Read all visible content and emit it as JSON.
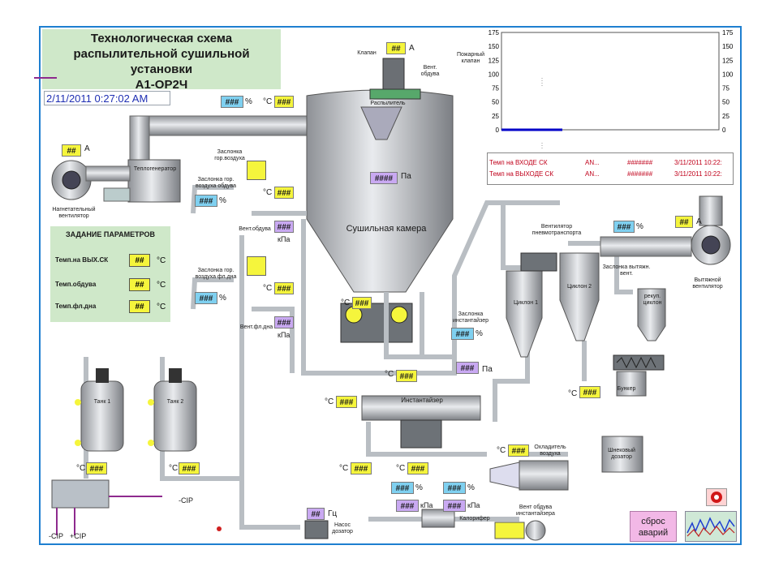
{
  "title": "Технологическая схема\nраспылительной сушильной установки\nА1-ОР2Ч",
  "datetime": "2/11/2011 0:27:02 AM",
  "placeholders": {
    "hash3": "###",
    "hash2": "##",
    "hash4": "####",
    "hashes": "#######"
  },
  "units": {
    "pct": "%",
    "degc": "°С",
    "pa": "Па",
    "kpa": "кПа",
    "a": "А",
    "gc": "Гц"
  },
  "equipment": {
    "fan_supply": "Нагнетательный\nвентилятор",
    "heat_generator": "Теплогенератор",
    "hot_air_damper": "Заслонка\nгор.воздуха",
    "damper_blow": "Заслонка гор.\nвоздуха обдува",
    "fan_blow": "Вент.обдува",
    "damper_fluidbed": "Заслонка гор.\nвоздуха фл.дна",
    "fan_fluidbed": "Вент.фл.дна",
    "valve": "Клапан",
    "atomizer": "Распылитель",
    "fan_blow_top": "Вент.\nобдува",
    "fire_valve": "Пожарный\nклапан",
    "drying_chamber": "Сушильная камера",
    "pneumo_fan": "Вентилятор\nпневмотранспорта",
    "exhaust_damper": "Заслонка\nвытяжн. вент.",
    "exhaust_fan": "Вытяжной\nвентилятор",
    "cyclone1": "Циклон 1",
    "cyclone2": "Циклон 2",
    "recycle_cyclone": "рекуп.\nциклон",
    "instantizer_damper": "Заслонка\nинстантайзер",
    "instantizer": "Инстантайзер",
    "bunker": "Бункер",
    "dosing_screw": "Шнековый\nдозатор",
    "air_cooler": "Охладитель\nвоздуха",
    "calorifer": "Калорифер",
    "instantizer_fan": "Вент обдува\nинстантайзера",
    "pump_dosing": "Насос\nдозатор",
    "tank1": "Танк 1",
    "tank2": "Танк 2",
    "cip_minus": "-CIP",
    "cip_plus": "+CIP",
    "cip_right": "-CIP"
  },
  "params_panel": {
    "title": "ЗАДАНИЕ ПАРАМЕТРОВ",
    "rows": [
      {
        "label": "Темп.на ВЫХ.СК",
        "value": "##",
        "unit": "°С"
      },
      {
        "label": "Темп.обдува",
        "value": "##",
        "unit": "°С"
      },
      {
        "label": "Темп.фл.дна",
        "value": "##",
        "unit": "°С"
      }
    ]
  },
  "trend": {
    "y_ticks": [
      "175",
      "150",
      "125",
      "100",
      "75",
      "50",
      "25",
      "0"
    ],
    "y_ticks_left": [
      "175",
      "150",
      "125",
      "100",
      "75",
      "50",
      "25",
      "0"
    ]
  },
  "alarms": [
    {
      "text": "Темп на ВХОДЕ СК",
      "code": "AN...",
      "value": "#######",
      "time": "3/11/2011 10:22:"
    },
    {
      "text": "Темп на ВЫХОДЕ СК",
      "code": "AN...",
      "value": "#######",
      "time": "3/11/2011 10:22:"
    }
  ],
  "reset_button": "сброс\nаварий"
}
